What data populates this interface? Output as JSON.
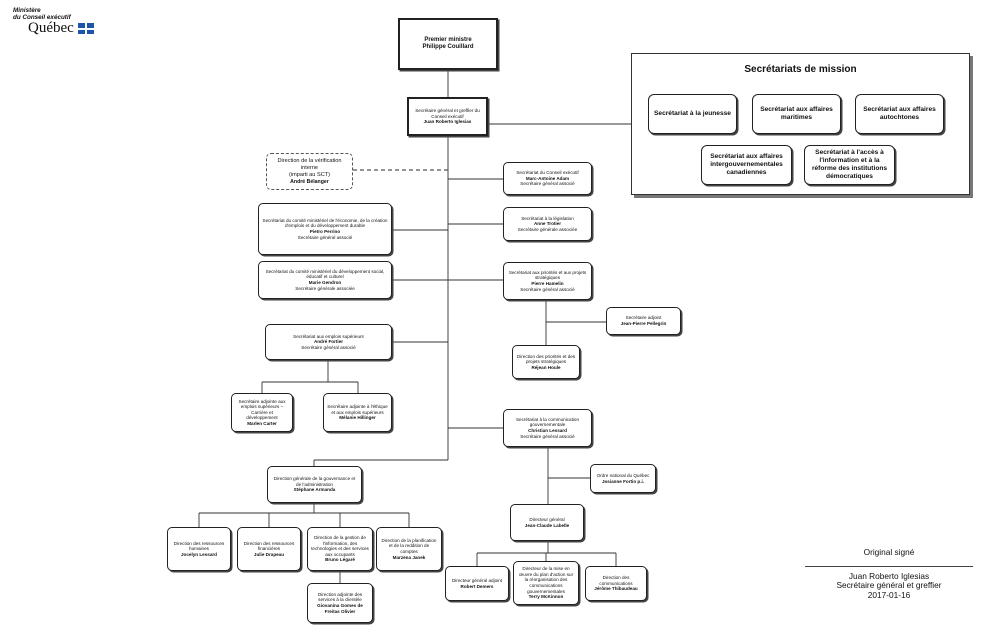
{
  "header": {
    "ministry_line1": "Ministère",
    "ministry_line2": "du Conseil exécutif",
    "brand": "Québec"
  },
  "org": {
    "premier": {
      "title": "Premier ministre",
      "name": "Philippe Couillard"
    },
    "sg": {
      "title": "Secrétaire général et greffier du Conseil exécutif",
      "name": "Juan Roberto Iglesias"
    },
    "verif": {
      "title": "Direction de la vérification interne",
      "note": "(imparti au SCT)",
      "name": "André Bélanger"
    },
    "sce": {
      "title": "Secrétariat du Conseil exécutif",
      "name": "Marc-Antoine Adam",
      "role": "Secrétaire général associé"
    },
    "legis": {
      "title": "Secrétariat à la législation",
      "name": "Anne Trotier",
      "role": "Secrétaire générale associée"
    },
    "priorites": {
      "title": "Secrétariat aux priorités et aux projets stratégiques",
      "name": "Pierre Hamelin",
      "role": "Secrétaire général associé"
    },
    "adjoint": {
      "title": "Secrétaire adjoint",
      "name": "Jean-Pierre Pellegrin"
    },
    "dir_priorites": {
      "title": "Direction des priorités et des projets stratégiques",
      "name": "Réjean Houle"
    },
    "economie": {
      "title": "Secrétariat du comité ministériel de l'économie, de la création d'emplois et du développement durable",
      "name": "Pietro Perrino",
      "role": "Secrétaire général associé"
    },
    "social": {
      "title": "Secrétariat du comité ministériel du développement social, éducatif et culturel",
      "name": "Marie Gendron",
      "role": "Secrétaire générale associée"
    },
    "emplois": {
      "title": "Secrétariat aux emplois supérieurs",
      "name": "André Fortier",
      "role": "Secrétaire général associé"
    },
    "carriere": {
      "title": "Secrétaire adjointe aux emplois supérieurs – Carrière et développement",
      "name": "Marlen Carter"
    },
    "ethique": {
      "title": "Secrétaire adjointe à l'éthique et aux emplois supérieurs",
      "name": "Mélanie Hillinger"
    },
    "communication": {
      "title": "Secrétariat à la communication gouvernementale",
      "name": "Christian Lessard",
      "role": "Secrétaire général associé"
    },
    "ordre": {
      "title": "Ordre national du Québec",
      "name": "Josianne Fortin p.i."
    },
    "dir_general": {
      "title": "Directeur général",
      "name": "Jean-Claude Labelle"
    },
    "dga": {
      "title": "Directeur général adjoint",
      "name": "Robert Demers"
    },
    "mise_oeuvre": {
      "title": "Directeur de la mise en œuvre du plan d'action sur la réorganisation des communications gouvernementales",
      "name": "Terry McKinnon"
    },
    "dir_comm": {
      "title": "Direction des communications",
      "name": "Jérôme Thibaudeau"
    },
    "gouvernance": {
      "title": "Direction générale de la gouvernance et de l'administration",
      "name": "Stéphane Armanda"
    },
    "rh": {
      "title": "Direction des ressources humaines",
      "name": "Jocelyn Lessard"
    },
    "rf": {
      "title": "Direction des ressources financières",
      "name": "Julie Drapeau"
    },
    "ti": {
      "title": "Direction de la gestion de l'information, des technologies et des services aux occupants",
      "name": "Bruno Légaré"
    },
    "planif": {
      "title": "Direction de la planification et de la reddition de comptes",
      "name": "Marzena Janek"
    },
    "clientele": {
      "title": "Direction adjointe des services à la clientèle",
      "name": "Giovanina Gomes de Freitas Olivier"
    }
  },
  "missions": {
    "title": "Secrétariats de mission",
    "jeunesse": "Secrétariat à la jeunesse",
    "maritimes": "Secrétariat aux affaires maritimes",
    "autochtones": "Secrétariat aux affaires autochtones",
    "inter": "Secrétariat aux affaires intergouvernementales canadiennes",
    "acces": "Secrétariat à l'accès à l'information et à la réforme des institutions démocratiques"
  },
  "signature": {
    "signed": "Original signé",
    "name": "Juan Roberto Iglesias",
    "role": "Secrétaire général et greffier",
    "date": "2017-01-16"
  }
}
